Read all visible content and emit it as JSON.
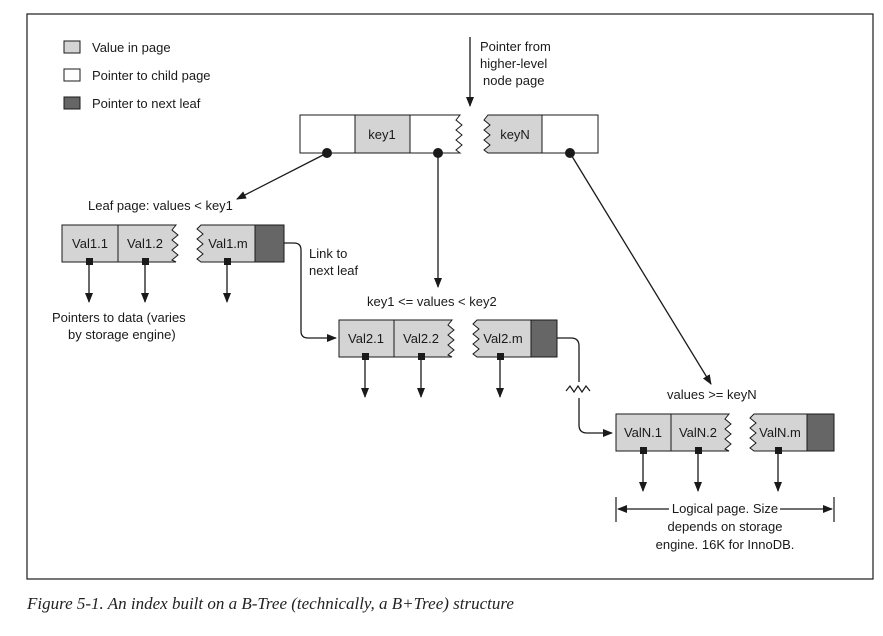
{
  "legend": {
    "value_in_page": "Value in page",
    "pointer_to_child": "Pointer to child page",
    "pointer_to_next_leaf": "Pointer to next leaf"
  },
  "labels": {
    "pointer_from_higher": [
      "Pointer from",
      "higher-level",
      "node page"
    ],
    "leaf_page_values": "Leaf page: values < key1",
    "link_to_next_leaf": [
      "Link to",
      "next leaf"
    ],
    "key_range": "key1 <= values < key2",
    "pointers_to_data": [
      "Pointers to data (varies",
      "by storage engine)"
    ],
    "values_ge_keyn": "values >= keyN",
    "logical_page": [
      "Logical page.  Size",
      "depends on storage",
      "engine.  16K for InnoDB."
    ]
  },
  "root": {
    "key1": "key1",
    "keyN": "keyN"
  },
  "leaf1": {
    "v1": "Val1.1",
    "v2": "Val1.2",
    "vm": "Val1.m"
  },
  "leaf2": {
    "v1": "Val2.1",
    "v2": "Val2.2",
    "vm": "Val2.m"
  },
  "leafN": {
    "v1": "ValN.1",
    "v2": "ValN.2",
    "vm": "ValN.m"
  },
  "caption": "Figure 5-1. An index built on a B-Tree (technically, a B+Tree) structure",
  "colors": {
    "value_fill": "#d4d4d4",
    "pointer_fill": "#ffffff",
    "next_leaf_fill": "#666666",
    "stroke": "#1a1a1a"
  }
}
